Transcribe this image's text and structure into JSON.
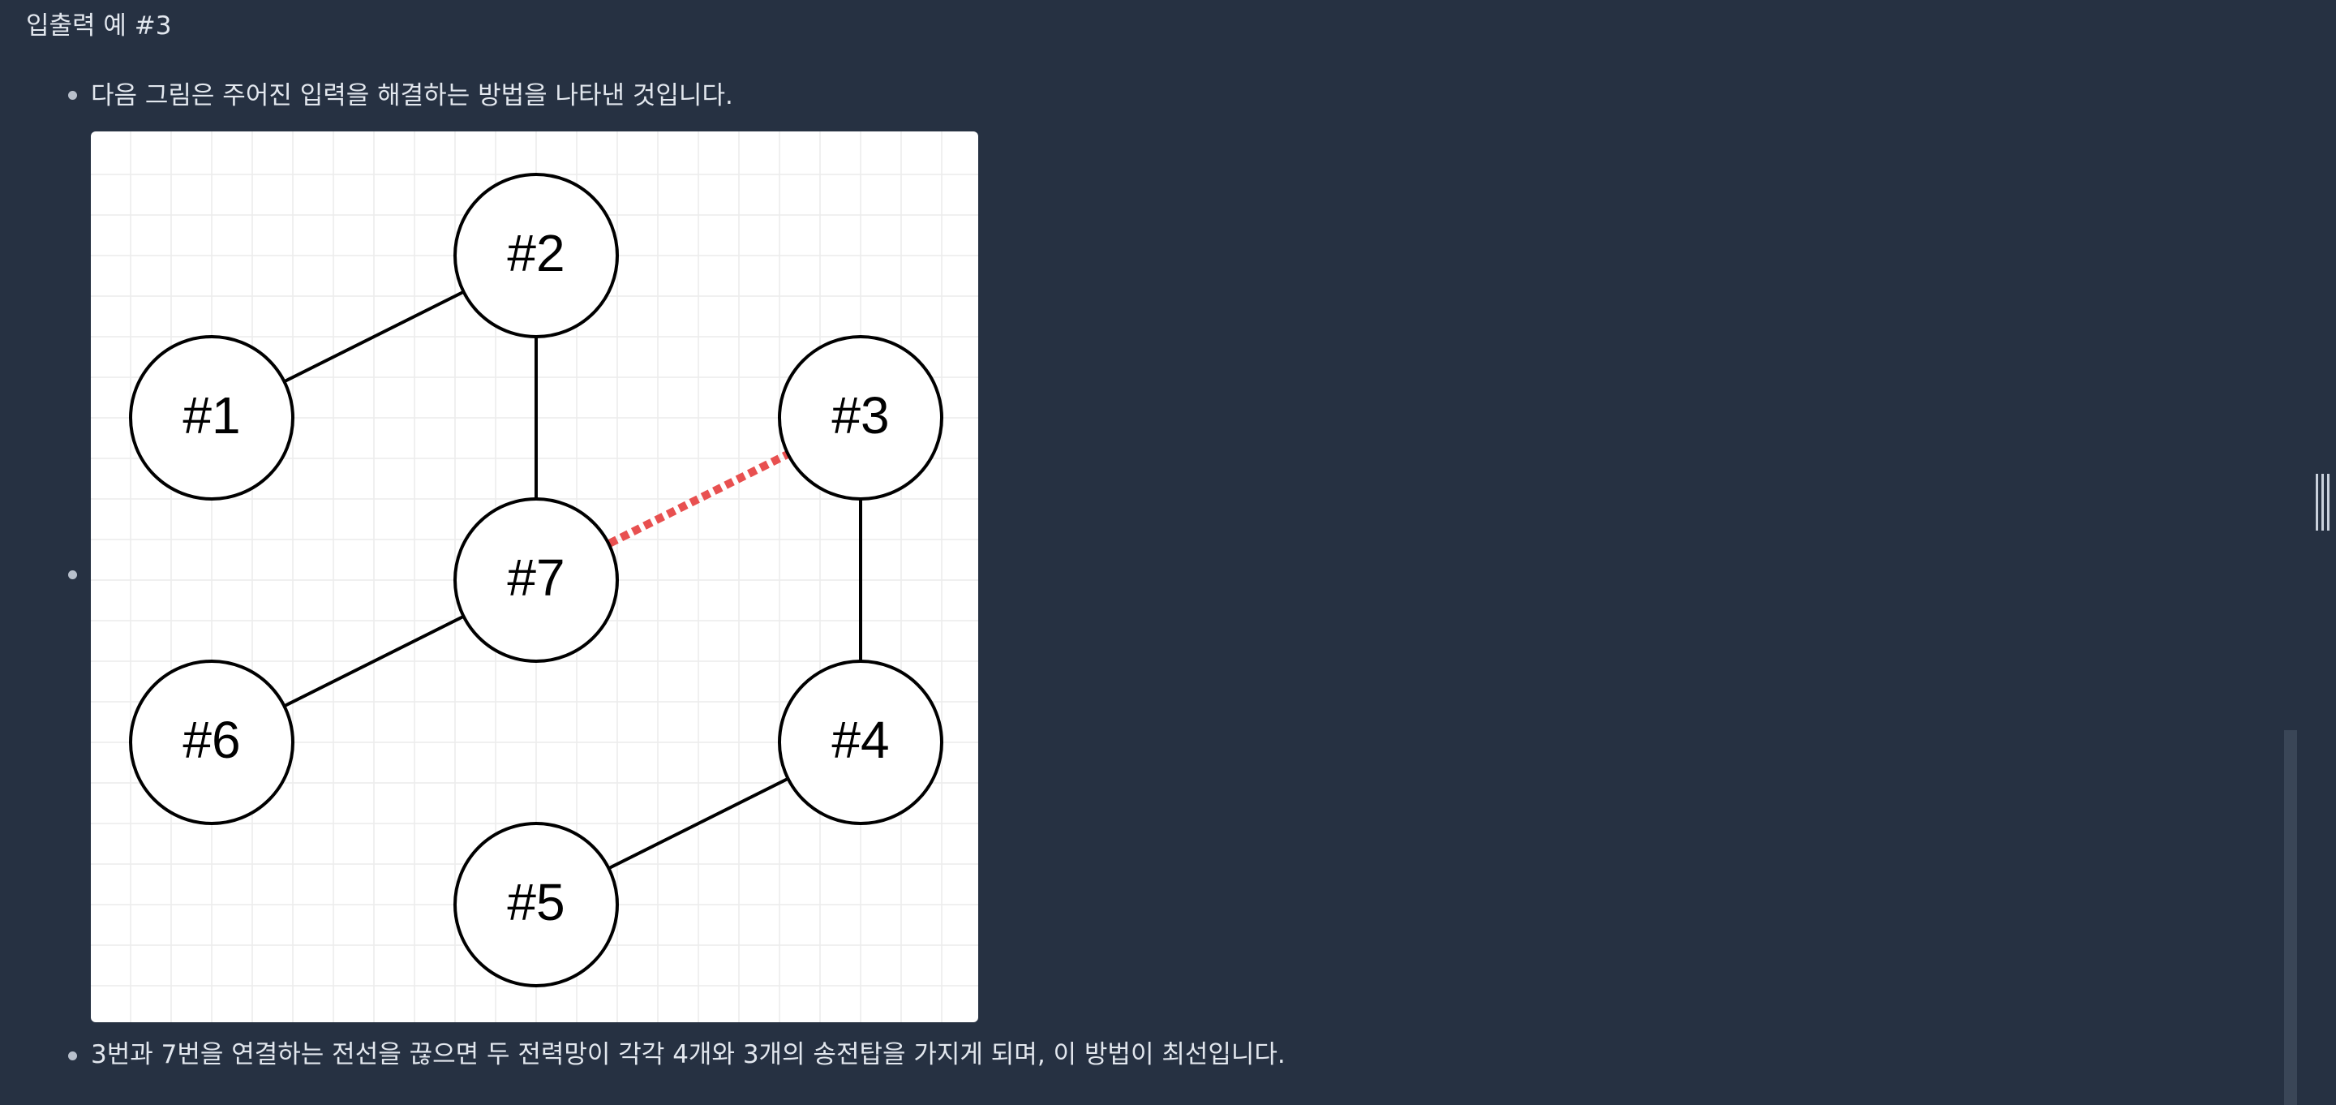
{
  "section": {
    "title": "입출력 예 #3"
  },
  "bullets": [
    {
      "text": "다음 그림은 주어진 입력을 해결하는 방법을 나타낸 것입니다."
    },
    {
      "text": ""
    },
    {
      "text": "3번과 7번을 연결하는 전선을 끊으면 두 전력망이 각각 4개와 3개의 송전탑을 가지게 되며, 이 방법이 최선입니다."
    }
  ],
  "diagram": {
    "nodes": [
      {
        "id": "1",
        "label": "#1"
      },
      {
        "id": "2",
        "label": "#2"
      },
      {
        "id": "3",
        "label": "#3"
      },
      {
        "id": "4",
        "label": "#4"
      },
      {
        "id": "5",
        "label": "#5"
      },
      {
        "id": "6",
        "label": "#6"
      },
      {
        "id": "7",
        "label": "#7"
      }
    ],
    "edges": [
      {
        "from": "1",
        "to": "2",
        "cut": false
      },
      {
        "from": "2",
        "to": "7",
        "cut": false
      },
      {
        "from": "3",
        "to": "7",
        "cut": true
      },
      {
        "from": "3",
        "to": "4",
        "cut": false
      },
      {
        "from": "4",
        "to": "5",
        "cut": false
      },
      {
        "from": "6",
        "to": "7",
        "cut": false
      }
    ],
    "colors": {
      "background": "#ffffff",
      "grid": "#ececec",
      "edge": "#000000",
      "cut_edge": "#e85050",
      "node_fill": "#ffffff",
      "node_stroke": "#000000"
    }
  },
  "colors": {
    "page_background": "#263142",
    "text": "#e2e7ee"
  }
}
